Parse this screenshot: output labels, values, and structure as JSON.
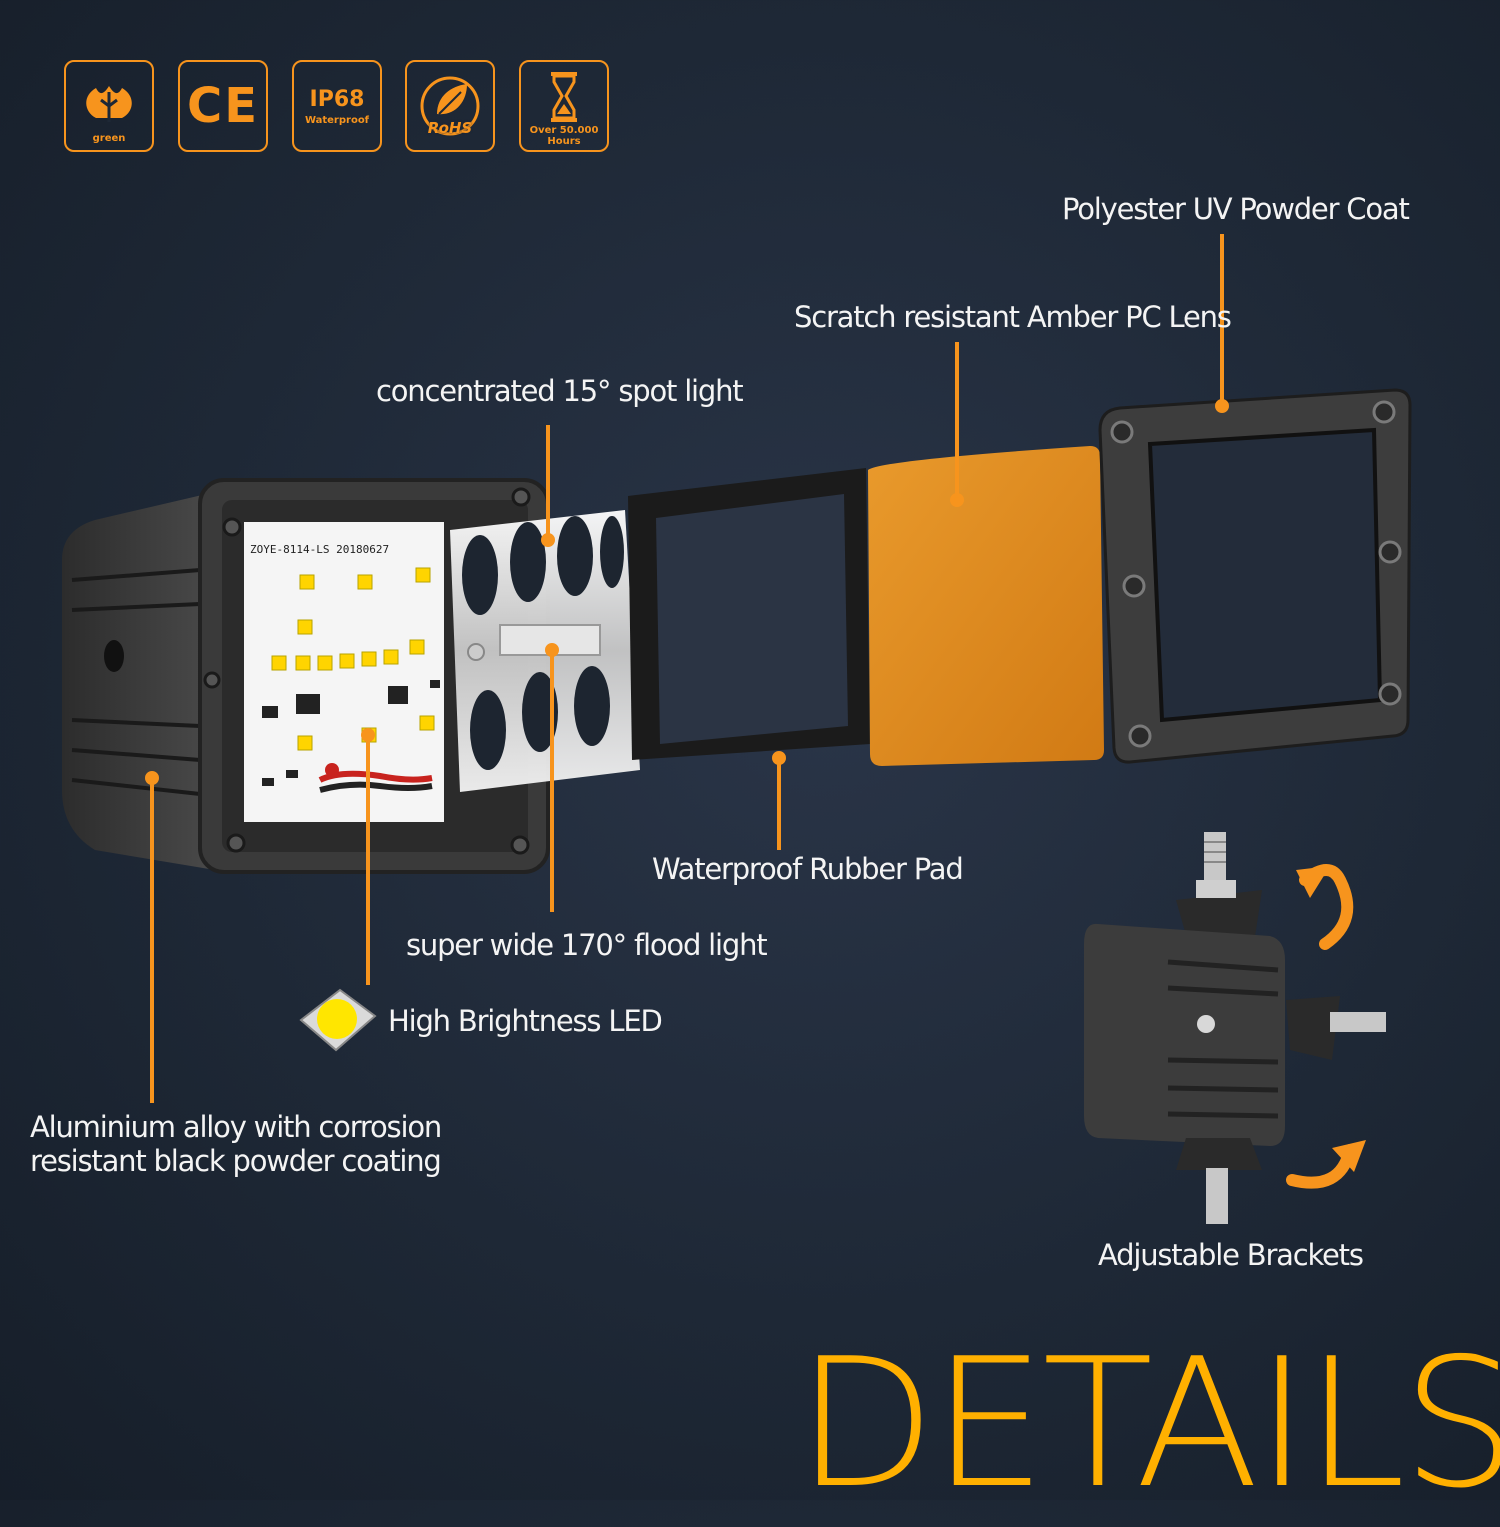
{
  "badges": [
    {
      "icon": "leaf-green-icon",
      "text": "green"
    },
    {
      "icon": "ce-mark-icon",
      "text": "CE"
    },
    {
      "icon": "ip68-waterproof-icon",
      "title": "IP68",
      "text": "Waterproof"
    },
    {
      "icon": "rohs-leaf-icon",
      "text": "RoHS"
    },
    {
      "icon": "hourglass-icon",
      "line1": "Over 50.000",
      "line2": "Hours"
    }
  ],
  "labels": {
    "powder_coat": "Polyester UV Powder Coat",
    "amber_lens": "Scratch resistant Amber PC Lens",
    "spot_light": "concentrated 15° spot light",
    "rubber_pad": "Waterproof Rubber Pad",
    "flood_light": "super wide 170° flood light",
    "led": "High Brightness LED",
    "aluminium_1": "Aluminium alloy with corrosion",
    "aluminium_2": "resistant black powder coating",
    "brackets": "Adjustable Brackets"
  },
  "pcb_text": "ZOYE-8114-LS 20180627",
  "title": "DETAILS",
  "colors": {
    "accent": "#f7941d",
    "title": "#ffb000",
    "amber_lens": "#e08a22",
    "background": "#1e2836"
  }
}
